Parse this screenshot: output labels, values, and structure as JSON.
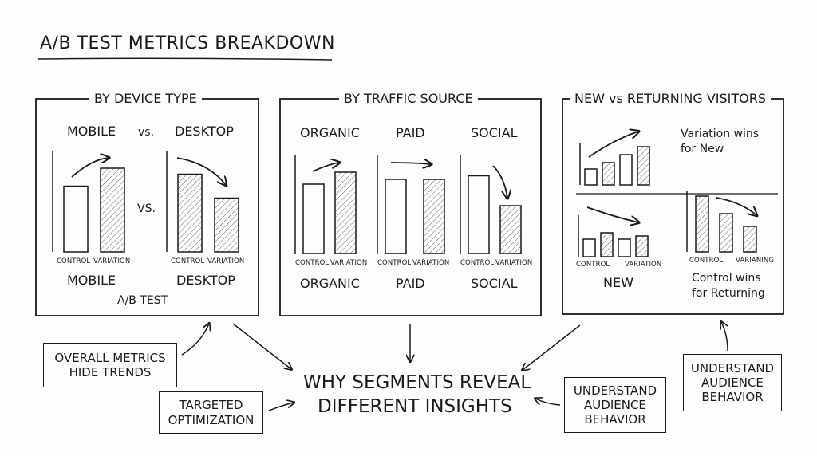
{
  "title": "A/B TEST METRICS BREAKDOWN",
  "panels": {
    "device": {
      "title": "BY DEVICE TYPE",
      "top_left": "MOBILE",
      "top_vs": "vs.",
      "top_right": "DESKTOP",
      "mid_vs": "VS.",
      "bottom_left": "MOBILE",
      "bottom_right": "DESKTOP",
      "footer": "A/B TEST"
    },
    "traffic": {
      "title": "BY TRAFFIC SOURCE",
      "labels_top": [
        "ORGANIC",
        "PAID",
        "SOCIAL"
      ],
      "labels_bottom": [
        "ORGANIC",
        "PAID",
        "SOCIAL"
      ]
    },
    "visitors": {
      "title": "NEW vs RETURNING VISITORS",
      "note_new_1": "Variation wins",
      "note_new_2": "for New",
      "label_new": "NEW",
      "note_ret_1": "Control wins",
      "note_ret_2": "for Returning"
    }
  },
  "chart_data": [
    {
      "type": "bar",
      "name": "mobile",
      "categories": [
        "CONTROL",
        "VARIATION"
      ],
      "values": [
        55,
        70
      ],
      "trend": "up"
    },
    {
      "type": "bar",
      "name": "desktop",
      "categories": [
        "CONTROL",
        "VARIATION"
      ],
      "values": [
        65,
        45
      ],
      "trend": "down"
    },
    {
      "type": "bar",
      "name": "organic",
      "categories": [
        "CONTROL",
        "VARIATION"
      ],
      "values": [
        58,
        68
      ],
      "trend": "up"
    },
    {
      "type": "bar",
      "name": "paid",
      "categories": [
        "CONTROL",
        "VARIATION"
      ],
      "values": [
        62,
        62
      ],
      "trend": "flat"
    },
    {
      "type": "bar",
      "name": "social",
      "categories": [
        "CONTROL",
        "VARIATION"
      ],
      "values": [
        65,
        40
      ],
      "trend": "down"
    },
    {
      "type": "bar",
      "name": "new-trend",
      "categories": [],
      "values": [
        20,
        28,
        38,
        48
      ],
      "trend": "up"
    },
    {
      "type": "bar",
      "name": "new",
      "categories": [
        "CONTROL",
        "VARIATION"
      ],
      "values": [
        22,
        30,
        22,
        26
      ],
      "trend": "down"
    },
    {
      "type": "bar",
      "name": "returning",
      "categories": [
        "CONTROL",
        "VARIANING"
      ],
      "values": [
        70,
        48,
        32
      ],
      "trend": "down"
    }
  ],
  "center": {
    "line1": "WHY SEGMENTS REVEAL",
    "line2": "DIFFERENT INSIGHTS"
  },
  "notes": {
    "overall": [
      "OVERALL METRICS",
      "HIDE TRENDS"
    ],
    "targeted": [
      "TARGETED",
      "OPTIMIZATION"
    ],
    "understand_1": [
      "UNDERSTAND",
      "AUDIENCE",
      "BEHAVIOR"
    ],
    "understand_2": [
      "UNDERSTAND",
      "AUDIENCE",
      "BEHAVIOR"
    ]
  }
}
